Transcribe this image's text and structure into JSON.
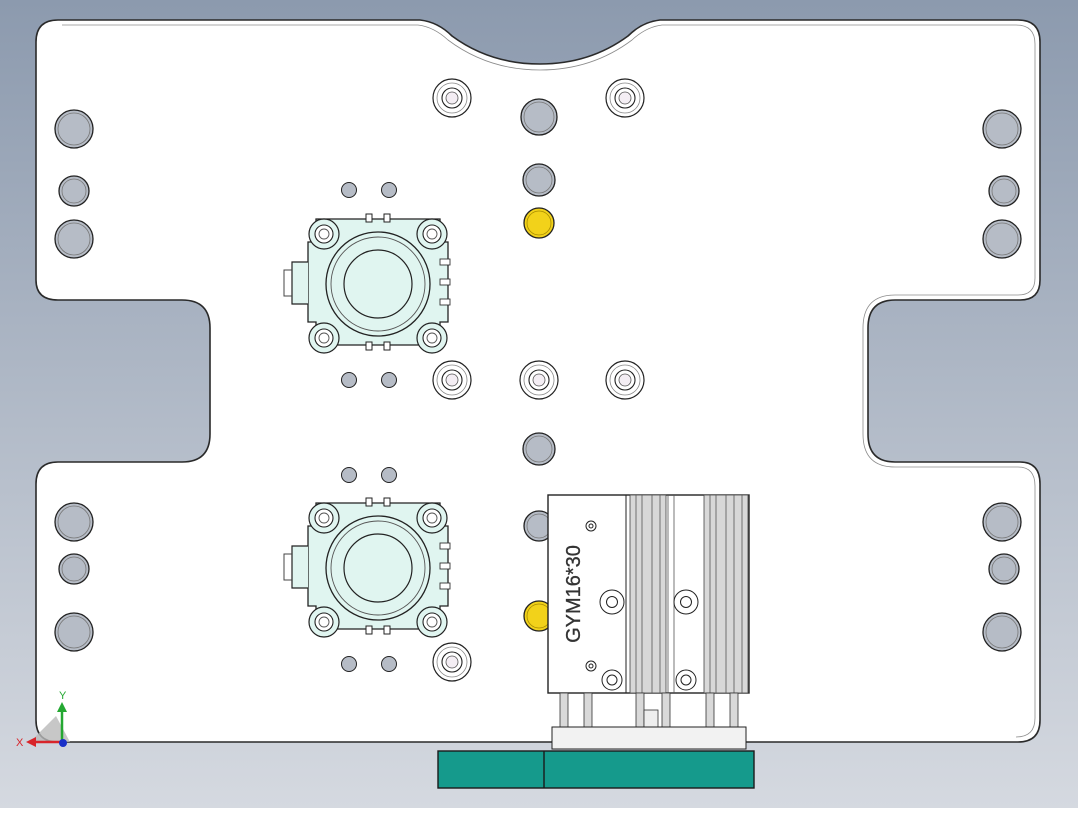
{
  "viewport": {
    "background_top": "#8c9aae",
    "background_bottom": "#d5d9e0"
  },
  "plate": {
    "fill": "#ffffff",
    "stroke": "#2a2a2a"
  },
  "cylinder": {
    "label": "GYM16*30",
    "body_fill": "#ffffff",
    "rail_fill": "#d8d8d8"
  },
  "clamp_block": {
    "fill": "#159a8c"
  },
  "pin_colors": {
    "locating_pin": "#f2d21a",
    "gray_hole": "#b6bcc6",
    "mount_fill": "#e0f5f0"
  },
  "triad": {
    "x_label": "X",
    "y_label": "Y",
    "x_color": "#d8242a",
    "y_color": "#24a832",
    "z_color": "#1a30c8"
  }
}
